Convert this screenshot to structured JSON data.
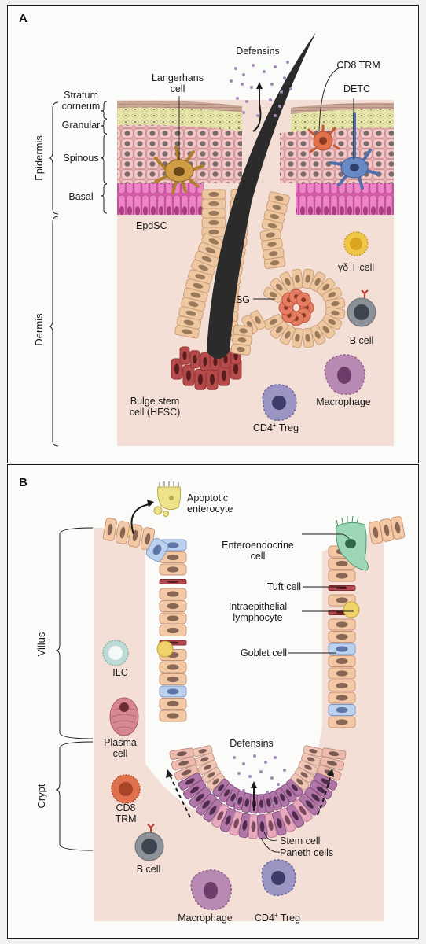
{
  "panelA": {
    "letter": "A",
    "side_labels": {
      "epidermis": "Epidermis",
      "dermis": "Dermis"
    },
    "layers": {
      "stratum": "Stratum",
      "corneum": "corneum",
      "granular": "Granular",
      "spinous": "Spinous",
      "basal": "Basal"
    },
    "labels": {
      "langerhans_1": "Langerhans",
      "langerhans_2": "cell",
      "defensins": "Defensins",
      "cd8_trm": "CD8 TRM",
      "detc": "DETC",
      "epdsc": "EpdSC",
      "gd_t_cell": "γδ T cell",
      "sg": "SG",
      "b_cell": "B cell",
      "macrophage": "Macrophage",
      "bulge_1": "Bulge stem",
      "bulge_2": "cell (HFSC)",
      "cd4_treg": "CD4",
      "cd4_treg_sup": "+",
      "cd4_treg_end": " Treg"
    }
  },
  "panelB": {
    "letter": "B",
    "side_labels": {
      "villus": "Villus",
      "crypt": "Crypt"
    },
    "labels": {
      "apoptotic_1": "Apoptotic",
      "apoptotic_2": "enterocyte",
      "enteroendocrine_1": "Enteroendocrine",
      "enteroendocrine_2": "cell",
      "tuft": "Tuft cell",
      "iel_1": "Intraepithelial",
      "iel_2": "lymphocyte",
      "goblet": "Goblet cell",
      "ilc": "ILC",
      "plasma_1": "Plasma",
      "plasma_2": "cell",
      "defensins": "Defensins",
      "cd8_1": "CD8",
      "cd8_2": "TRM",
      "stem": "Stem cell",
      "paneth": "Paneth cells",
      "b_cell": "B cell",
      "macrophage": "Macrophage",
      "cd4_treg": "CD4",
      "cd4_treg_sup": "+",
      "cd4_treg_end": " Treg"
    }
  },
  "colors": {
    "panel_bg": "#fbfbfa",
    "tissue_bg": "#f3dfd6",
    "corneum": "#c9a89a",
    "granular": "#e6e3a6",
    "spinous": "#eab9b9",
    "basal": "#dd6fb5",
    "follicle_cell": "#efc8a1",
    "bulge_cell": "#b74b4b",
    "sebaceous": "#e57d62",
    "hair_shaft": "#2a2a2a",
    "langerhans": "#c9973f",
    "cd8_trm": "#e2714a",
    "detc": "#6a8ac6",
    "gd_t": "#f0c649",
    "b_cell": "#8d9299",
    "macrophage": "#b88ab3",
    "treg": "#9a95c2",
    "enterocyte": "#f3c8a5",
    "goblet": "#bcd1ee",
    "tuft": "#b5474f",
    "paneth": "#b276a9",
    "stem": "#e8a8bd",
    "ilc": "#bcdbd6",
    "plasma": "#d7878f",
    "defensin_dot": "#a48bb8"
  },
  "icons": [
    "langerhans-cell-icon",
    "cd8-trm-icon",
    "detc-icon",
    "gd-t-cell-icon",
    "b-cell-icon",
    "macrophage-icon",
    "treg-icon",
    "ilc-icon",
    "plasma-cell-icon",
    "apoptotic-enterocyte-icon",
    "enteroendocrine-cell-icon"
  ]
}
